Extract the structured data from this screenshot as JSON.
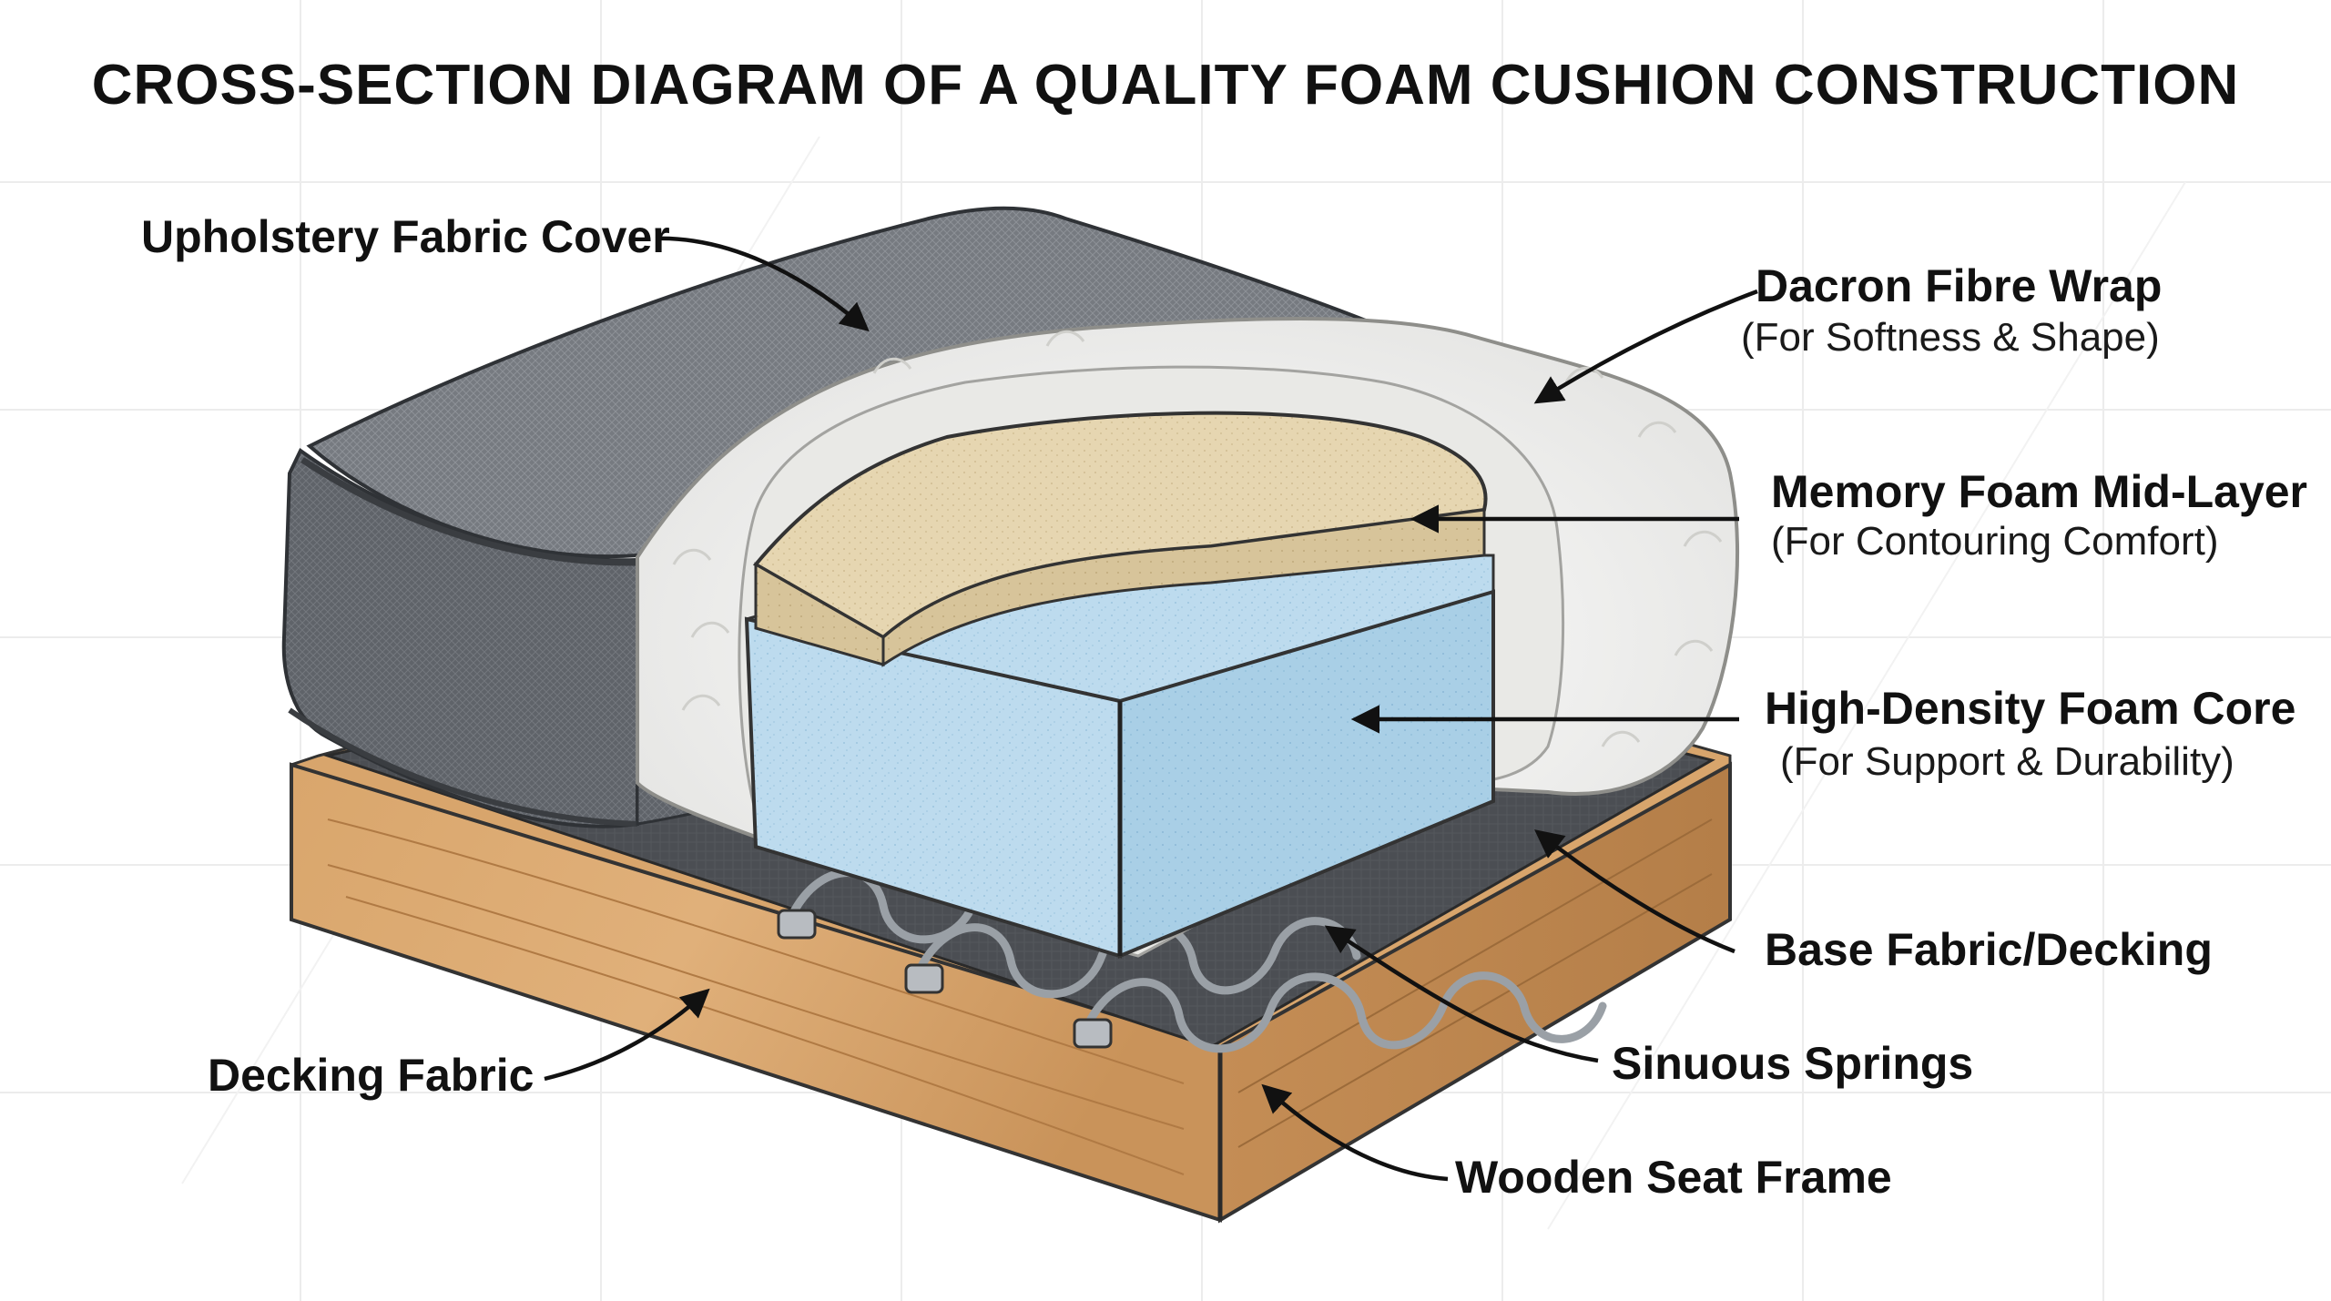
{
  "title": "CROSS-SECTION DIAGRAM OF A QUALITY FOAM CUSHION CONSTRUCTION",
  "labels": {
    "upholstery": {
      "name": "Upholstery Fabric Cover"
    },
    "dacron": {
      "name": "Dacron Fibre Wrap",
      "note": "(For Softness & Shape)"
    },
    "memory": {
      "name": "Memory Foam Mid-Layer",
      "note": "(For Contouring Comfort)"
    },
    "core": {
      "name": "High-Density Foam Core",
      "note": "(For Support & Durability)"
    },
    "base": {
      "name": "Base Fabric/Decking"
    },
    "springs": {
      "name": "Sinuous Springs"
    },
    "frame": {
      "name": "Wooden Seat Frame"
    },
    "decking": {
      "name": "Decking Fabric"
    }
  },
  "colors": {
    "fabric": "#7b7f85",
    "fibre": "#f2f2f0",
    "memory_foam": "#e3d3ad",
    "core_foam": "#bfdcec",
    "decking": "#4a4d52",
    "wood": "#d7a46b",
    "spring": "#c9ccd0"
  }
}
